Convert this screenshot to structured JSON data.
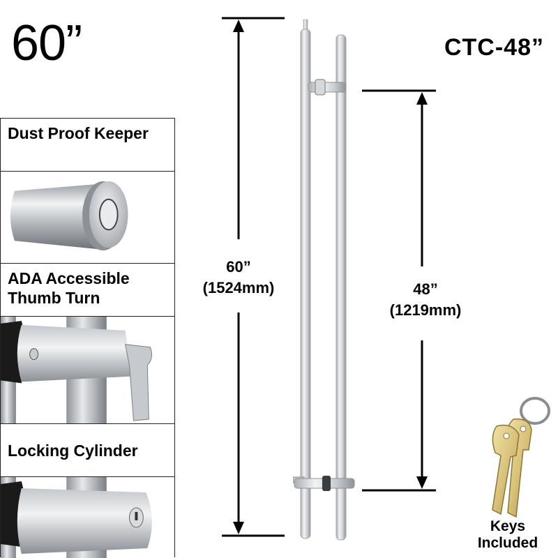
{
  "header": {
    "length": "60”",
    "model": "CTC-48”"
  },
  "features": [
    {
      "label": "Dust Proof Keeper",
      "icon": "dust-proof-keeper-icon"
    },
    {
      "label": "ADA Accessible Thumb Turn",
      "icon": "thumb-turn-icon"
    },
    {
      "label": "Locking Cylinder",
      "icon": "locking-cylinder-icon"
    }
  ],
  "dimensions": {
    "overall": {
      "inches": "60”",
      "mm": "(1524mm)"
    },
    "ctc": {
      "inches": "48”",
      "mm": "(1219mm)"
    }
  },
  "keys": {
    "label": "Keys Included"
  },
  "colors": {
    "text": "#000000",
    "border": "#222222",
    "steel": "#c9cdd2"
  }
}
